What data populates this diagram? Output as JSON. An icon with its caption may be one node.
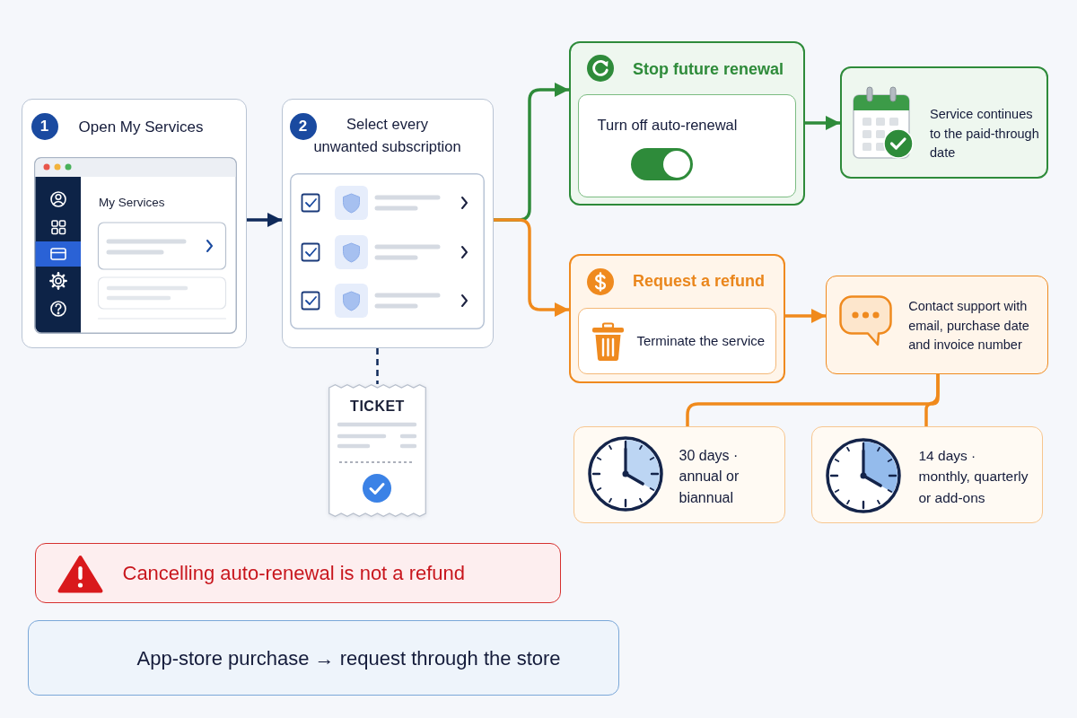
{
  "diagram": {
    "nodes": [
      {
        "text": [
          "1",
          "Open My Services"
        ]
      },
      {
        "text": [
          "2",
          "Select every unwanted subscription"
        ]
      },
      {
        "text": [
          "TICKET"
        ]
      },
      {
        "text": [
          "Stop future renewal"
        ]
      },
      {
        "text": [
          "Turn off auto-renewal"
        ],
        "in": 3
      },
      {
        "text": [
          "Service continues to the paid-through date"
        ]
      },
      {
        "text": [
          "Request a refund"
        ]
      },
      {
        "text": [
          "Terminate the service"
        ],
        "in": 6
      },
      {
        "text": [
          "Contact support with email, purchase date and invoice number"
        ]
      },
      {
        "text": [
          "30 days · annual or biannual"
        ]
      },
      {
        "text": [
          "14 days · monthly, quarterly or add-ons"
        ]
      },
      {
        "text": [
          "Cancelling auto-renewal is not a refund"
        ]
      },
      {
        "text": [
          "App-store purchase → request through the store"
        ]
      }
    ],
    "edges": [
      {
        "from": 0,
        "to": 1,
        "arrow": "to",
        "color": "#0f2a5a"
      },
      {
        "from": 1,
        "to": 2,
        "arrow": "none",
        "style": "dashed",
        "color": "#0f2a5a"
      },
      {
        "from": 1,
        "to": 3,
        "arrow": "to",
        "color": "#2e8b3a"
      },
      {
        "from": 1,
        "to": 6,
        "arrow": "to",
        "color": "#f08a1c"
      },
      {
        "from": 3,
        "to": 5,
        "arrow": "to",
        "color": "#2e8b3a"
      },
      {
        "from": 6,
        "to": 8,
        "arrow": "to",
        "color": "#f08a1c"
      },
      {
        "from": 8,
        "to": 9,
        "arrow": "none",
        "color": "#f08a1c"
      },
      {
        "from": 8,
        "to": 10,
        "arrow": "none",
        "color": "#f08a1c"
      }
    ],
    "labels": [
      "My Services"
    ]
  }
}
